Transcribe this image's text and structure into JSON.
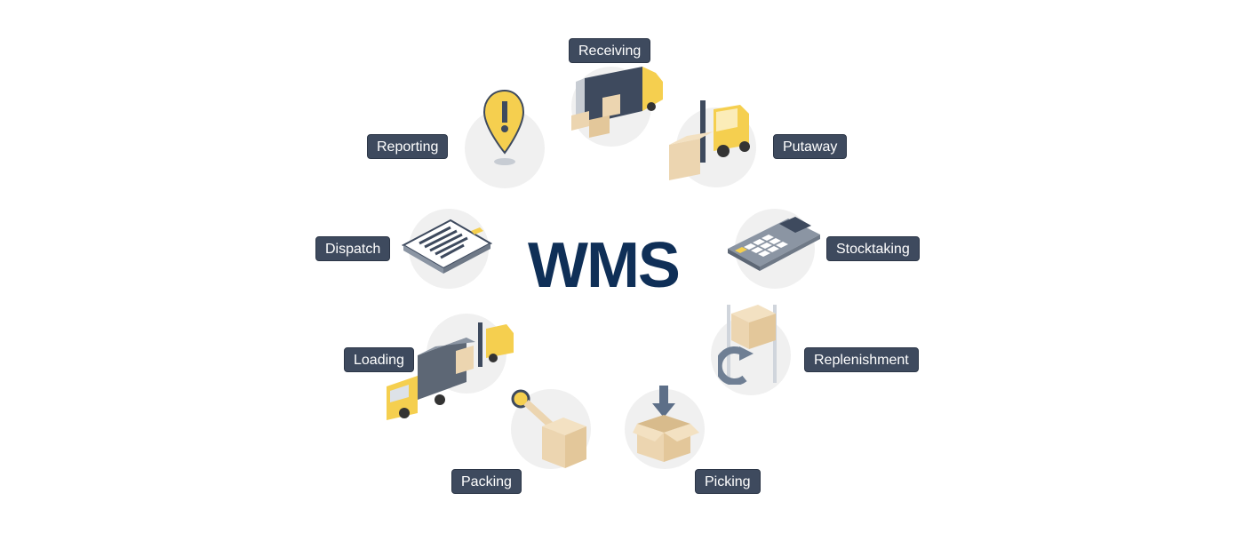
{
  "center_title": "WMS",
  "colors": {
    "title": "#0f2f57",
    "label_bg": "#3e4a5e",
    "circle": "#f0f0f0",
    "accent_yellow": "#f5cf4f",
    "box": "#ecd5b0"
  },
  "steps": [
    {
      "label": "Receiving",
      "icon": "truck-unloading-icon"
    },
    {
      "label": "Putaway",
      "icon": "forklift-icon"
    },
    {
      "label": "Stocktaking",
      "icon": "calculator-icon"
    },
    {
      "label": "Replenishment",
      "icon": "shelf-refresh-icon"
    },
    {
      "label": "Picking",
      "icon": "box-arrow-down-icon"
    },
    {
      "label": "Packing",
      "icon": "tape-box-icon"
    },
    {
      "label": "Loading",
      "icon": "truck-forklift-icon"
    },
    {
      "label": "Dispatch",
      "icon": "document-icon"
    },
    {
      "label": "Reporting",
      "icon": "alert-pin-icon"
    }
  ]
}
